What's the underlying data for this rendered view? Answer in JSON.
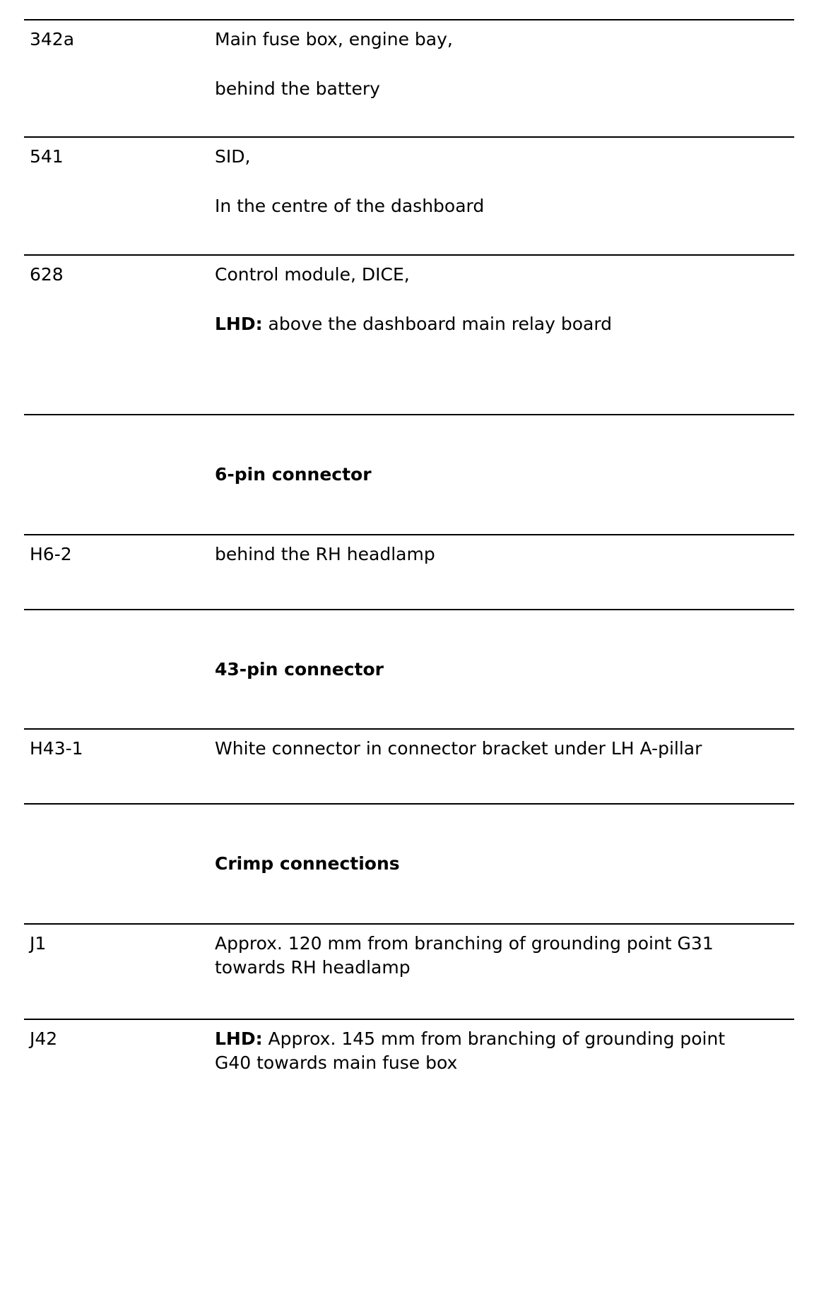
{
  "rows": [
    {
      "code": "342a",
      "line1": "Main fuse box, engine bay,",
      "line2": "behind the battery"
    },
    {
      "code": "541",
      "line1": "SID,",
      "line2": "In the centre of the dashboard"
    },
    {
      "code": "628",
      "line1": "Control module, DICE,",
      "line2_prefix": "LHD:",
      "line2": " above the dashboard main relay board"
    }
  ],
  "sections": [
    {
      "heading": "6-pin connector",
      "entries": [
        {
          "code": "H6-2",
          "text": "behind the RH headlamp"
        }
      ]
    },
    {
      "heading": "43-pin connector",
      "entries": [
        {
          "code": "H43-1",
          "text": "White connector in connector bracket under LH A-pillar"
        }
      ]
    },
    {
      "heading": "Crimp connections",
      "entries": [
        {
          "code": "J1",
          "line1": "Approx. 120 mm from branching of grounding point G31",
          "line2": "towards RH headlamp"
        },
        {
          "code": "J42",
          "prefix": "LHD:",
          "line1": " Approx. 145 mm from branching of grounding point",
          "line2": "G40 towards main fuse box"
        }
      ]
    }
  ]
}
